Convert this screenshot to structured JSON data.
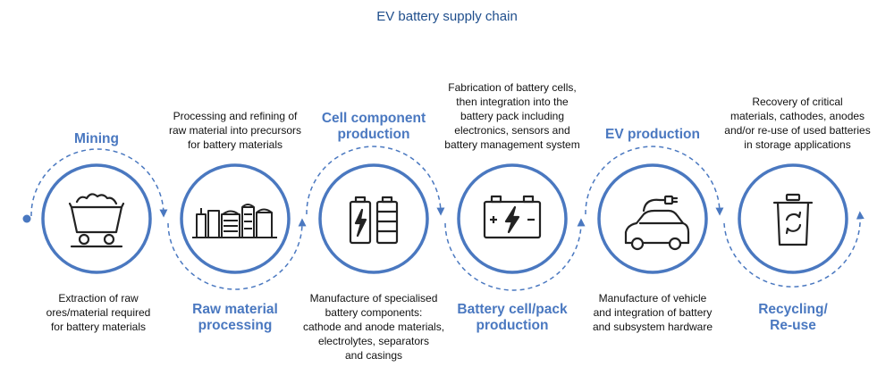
{
  "title": "EV battery supply chain",
  "colors": {
    "accent": "#4a78c0",
    "icon": "#222222",
    "text": "#111111"
  },
  "stages": [
    {
      "title": "Mining",
      "icon": "mine-cart-icon",
      "description": [
        "Extraction of raw",
        "ores/material required",
        "for battery materials"
      ]
    },
    {
      "title": [
        "Raw material",
        "processing"
      ],
      "icon": "refinery-icon",
      "description": [
        "Processing and refining of",
        "raw material into precursors",
        "for battery materials"
      ]
    },
    {
      "title": [
        "Cell component",
        "production"
      ],
      "icon": "battery-cells-icon",
      "description": [
        "Manufacture of specialised",
        "battery components:",
        "cathode and anode materials,",
        "electrolytes, separators",
        "and casings"
      ]
    },
    {
      "title": [
        "Battery cell/pack",
        "production"
      ],
      "icon": "battery-pack-icon",
      "description": [
        "Fabrication of battery cells,",
        "then integration into the",
        "battery pack including",
        "electronics, sensors and",
        "battery management system"
      ]
    },
    {
      "title": "EV production",
      "icon": "electric-car-icon",
      "description": [
        "Manufacture of vehicle",
        "and integration of battery",
        "and subsystem hardware"
      ]
    },
    {
      "title": [
        "Recycling/",
        "Re-use"
      ],
      "icon": "recycling-bin-icon",
      "description": [
        "Recovery of critical",
        "materials, cathodes, anodes",
        "and/or re-use of used batteries",
        "in storage applications"
      ]
    }
  ]
}
